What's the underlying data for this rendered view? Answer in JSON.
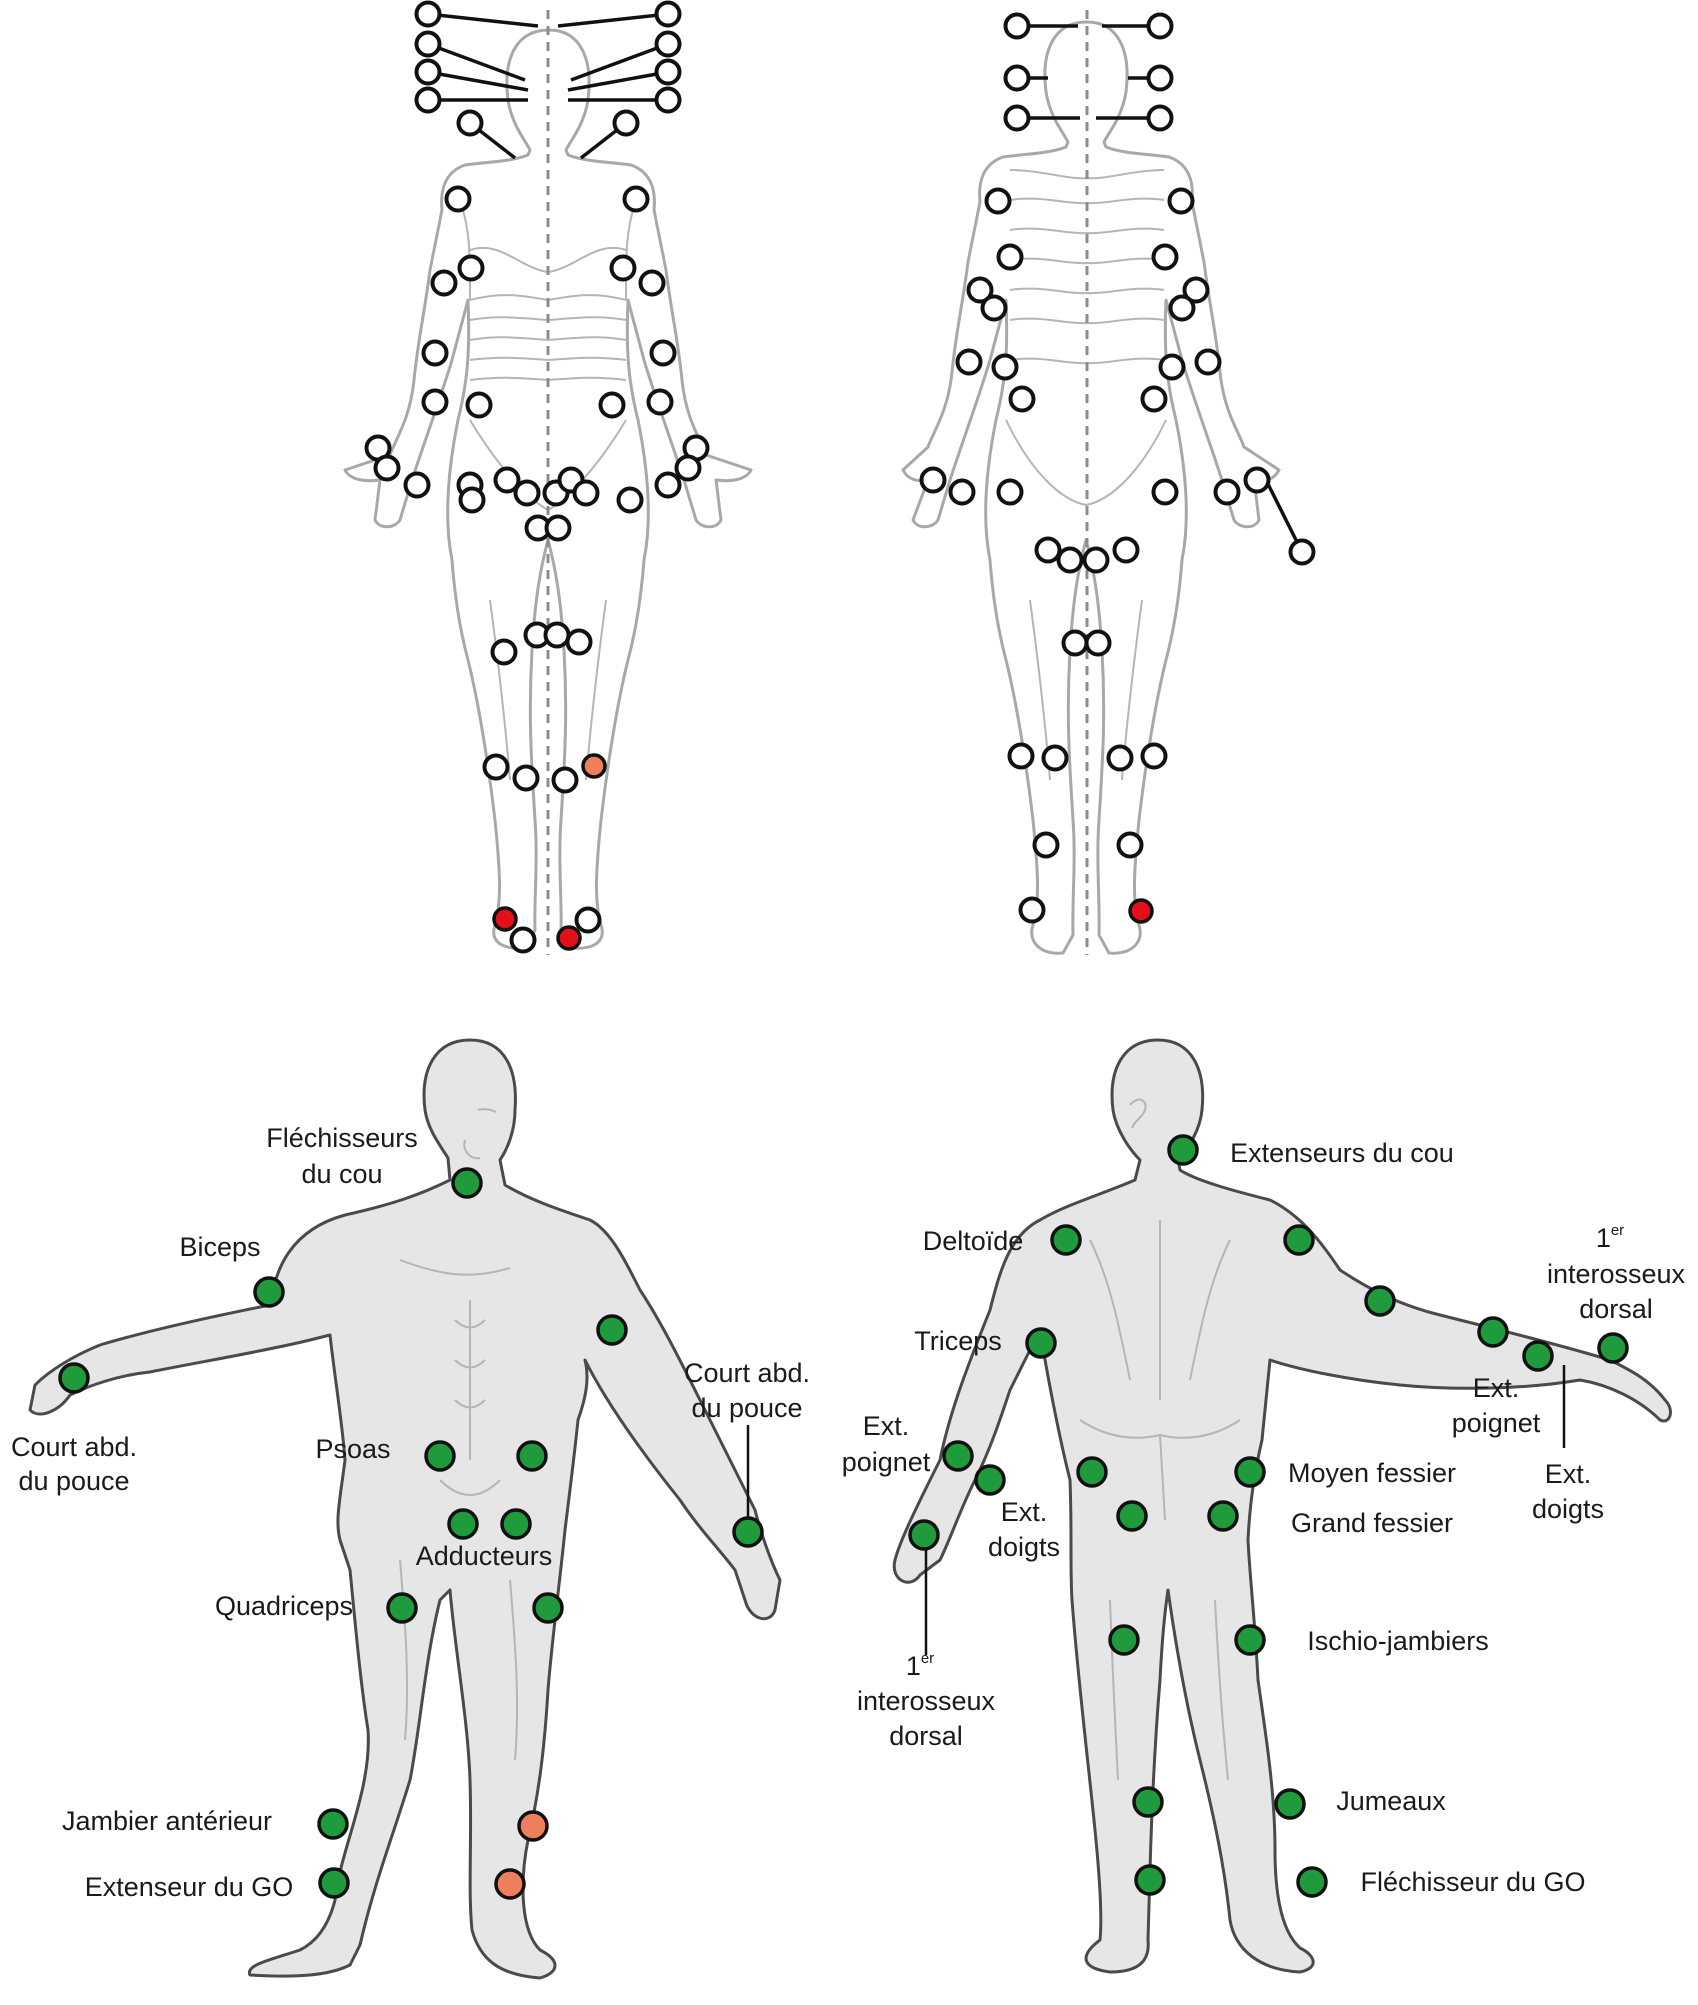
{
  "colors": {
    "point_default": "#ffffff",
    "point_green": "#1f9a3c",
    "point_orange": "#ee7e5c",
    "point_red": "#e3101a",
    "outline": "#a8a8a8",
    "body_fill": "#e6e6e6"
  },
  "labels": {
    "flechisseurs_cou": [
      "Fléchisseurs",
      "du cou"
    ],
    "biceps": "Biceps",
    "court_abd_left": [
      "Court abd.",
      "du pouce"
    ],
    "court_abd_right": [
      "Court abd.",
      "du pouce"
    ],
    "psoas": "Psoas",
    "adducteurs": "Adducteurs",
    "quadriceps": "Quadriceps",
    "jambier_anterieur": "Jambier antérieur",
    "extenseur_go": "Extenseur du GO",
    "extenseurs_cou": "Extenseurs du cou",
    "deltoide": "Deltoïde",
    "triceps": "Triceps",
    "ext_poignet_left": [
      "Ext.",
      "poignet"
    ],
    "ext_doigts_left": [
      "Ext.",
      "doigts"
    ],
    "interosseux_left": {
      "num": "1",
      "sup": "er",
      "lines": [
        "interosseux",
        "dorsal"
      ]
    },
    "interosseux_right": {
      "num": "1",
      "sup": "er",
      "lines": [
        "interosseux",
        "dorsal"
      ]
    },
    "ext_poignet_right": [
      "Ext.",
      "poignet"
    ],
    "ext_doigts_right": [
      "Ext.",
      "doigts"
    ],
    "moyen_fessier": "Moyen fessier",
    "grand_fessier": "Grand fessier",
    "ischio_jambiers": "Ischio-jambiers",
    "jumeaux": "Jumeaux",
    "flechisseur_go": "Fléchisseur du GO"
  }
}
